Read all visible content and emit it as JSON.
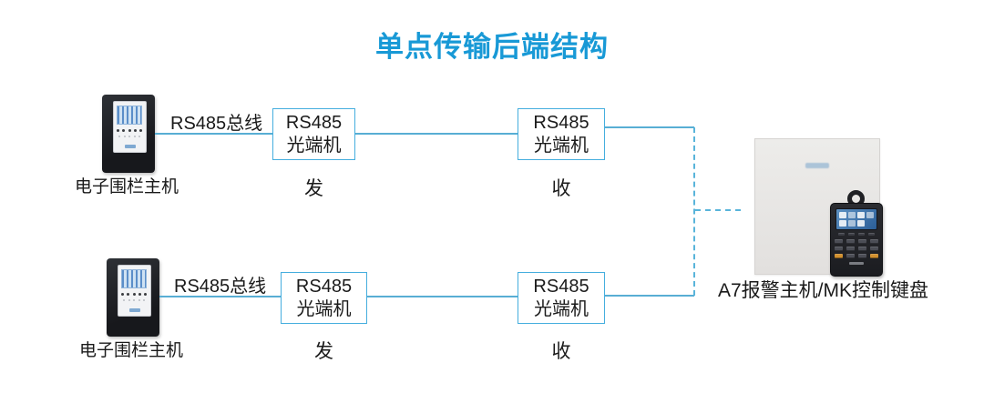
{
  "title": "单点传输后端结构",
  "rows": [
    {
      "device_label": "电子围栏主机",
      "bus_label": "RS485总线",
      "transmitter": {
        "name_line1": "RS485",
        "name_line2": "光端机",
        "mode": "发"
      },
      "receiver": {
        "name_line1": "RS485",
        "name_line2": "光端机",
        "mode": "收"
      }
    },
    {
      "device_label": "电子围栏主机",
      "bus_label": "RS485总线",
      "transmitter": {
        "name_line1": "RS485",
        "name_line2": "光端机",
        "mode": "发"
      },
      "receiver": {
        "name_line1": "RS485",
        "name_line2": "光端机",
        "mode": "收"
      }
    }
  ],
  "alarm_host": {
    "label": "A7报警主机/MK控制键盘"
  },
  "colors": {
    "title_blue": "#1899d6",
    "connector_blue": "#58aed4",
    "box_border_blue": "#45aede",
    "text_black": "#1a1a1a",
    "keypad_orange": "#d1902f"
  }
}
